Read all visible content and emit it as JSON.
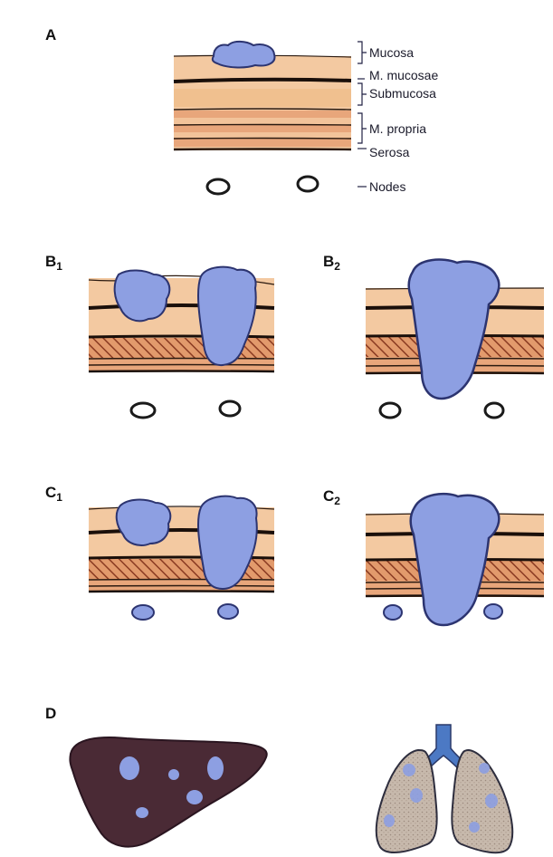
{
  "panels": {
    "A": {
      "letter": "A"
    },
    "B1": {
      "letter": "B",
      "sub": "1"
    },
    "B2": {
      "letter": "B",
      "sub": "2"
    },
    "C1": {
      "letter": "C",
      "sub": "1"
    },
    "C2": {
      "letter": "C",
      "sub": "2"
    },
    "D": {
      "letter": "D"
    }
  },
  "layer_labels": {
    "mucosa": "Mucosa",
    "m_mucosae": "M. mucosae",
    "submucosa": "Submucosa",
    "m_propria": "M. propria",
    "serosa": "Serosa",
    "nodes": "Nodes"
  },
  "colors": {
    "tissue": "#f0c49a",
    "tissue_dark": "#d9885e",
    "hatch": "#8a3b22",
    "tumor": "#8d9fe2",
    "tumor_outline": "#2c3470",
    "liver": "#4a2a35",
    "lung": "#c7b9ac",
    "trachea": "#4c79c4"
  }
}
